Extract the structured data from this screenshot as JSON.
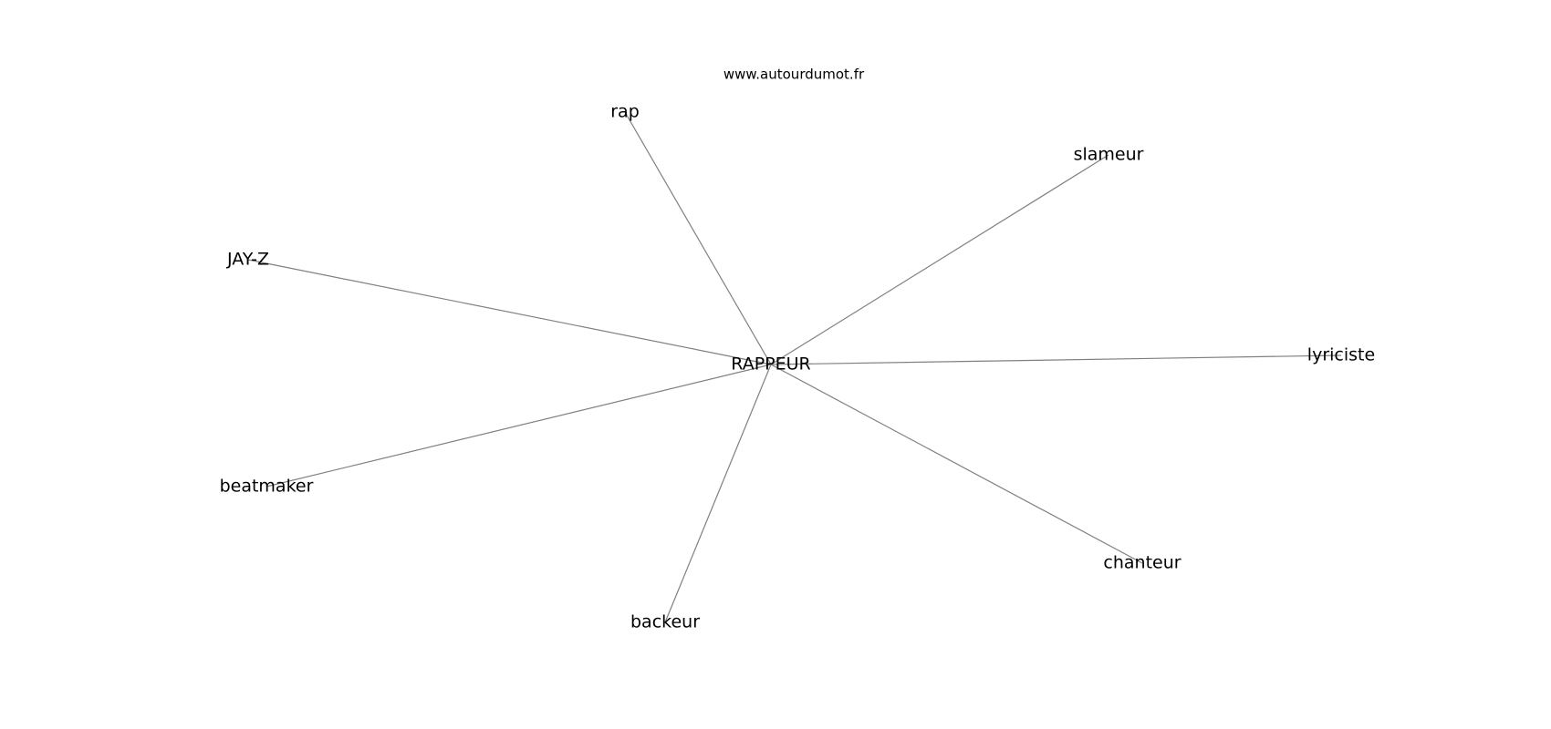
{
  "watermark": "www.autourdumot.fr",
  "graph": {
    "center": {
      "id": "center",
      "label": "RAPPEUR"
    },
    "neighbors": [
      {
        "id": "rap",
        "label": "rap"
      },
      {
        "id": "slameur",
        "label": "slameur"
      },
      {
        "id": "jay-z",
        "label": "JAY-Z"
      },
      {
        "id": "lyriciste",
        "label": "lyriciste"
      },
      {
        "id": "beatmaker",
        "label": "beatmaker"
      },
      {
        "id": "chanteur",
        "label": "chanteur"
      },
      {
        "id": "backeur",
        "label": "backeur"
      }
    ]
  },
  "colors": {
    "edge": "#808080",
    "label": "#000000",
    "background": "#ffffff"
  }
}
